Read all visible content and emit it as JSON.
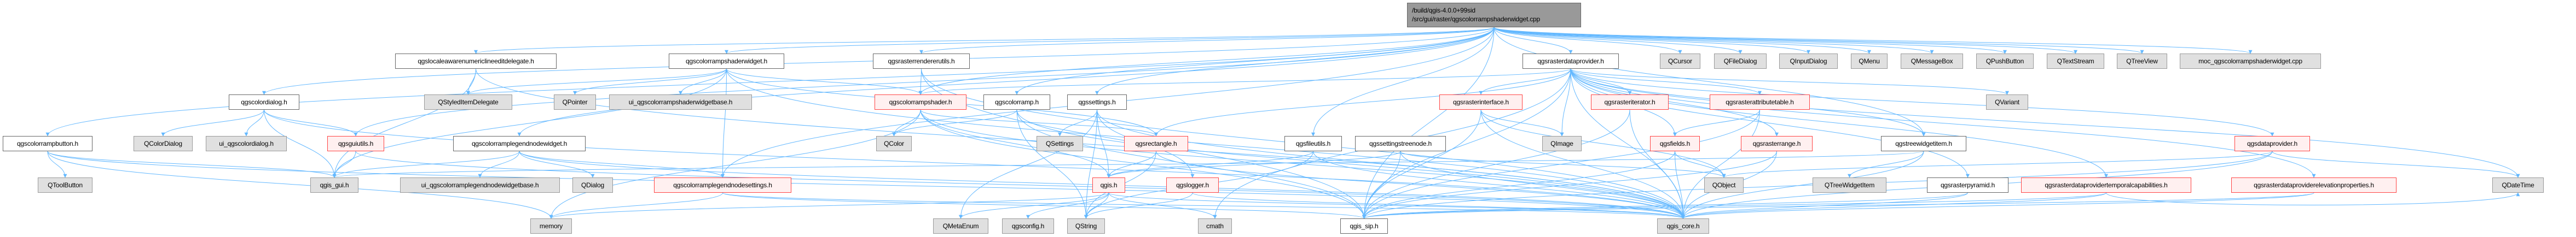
{
  "colors": {
    "edge": "#63b8ff",
    "main_fill": "#999999",
    "external_fill": "#e0e0e0",
    "incomplete_border": "#ff4444",
    "incomplete_fill": "#fff0f0"
  },
  "nodes": {
    "main": {
      "line1": "/build/qgis-4.0.0+99sid",
      "line2": "/src/gui/raster/qgscolorrampshaderwidget.cpp"
    },
    "locale": "qgslocaleawarenumericlineeditdelegate.h",
    "crsw": "qgscolorrampshaderwidget.h",
    "rru": "qgsrasterrendererutils.h",
    "rdp": "qgsrasterdataprovider.h",
    "qcursor": "QCursor",
    "qfiledialog": "QFileDialog",
    "qinputdialog": "QInputDialog",
    "qmenu": "QMenu",
    "qmessagebox": "QMessageBox",
    "qpushbutton": "QPushButton",
    "qtextstream": "QTextStream",
    "qtreeview": "QTreeView",
    "moc": "moc_qgscolorrampshaderwidget.cpp",
    "cdlg": "qgscolordialog.h",
    "qstyleditemdelegate": "QStyledItemDelegate",
    "qpointer": "QPointer",
    "uicrsw": "ui_qgscolorrampshaderwidgetbase.h",
    "crs": "qgscolorrampshader.h",
    "cramp": "qgscolorramp.h",
    "settings": "qgssettings.h",
    "rif": "qgsrasterinterface.h",
    "rit": "qgsrasteriterator.h",
    "rat": "qgsrasterattributetable.h",
    "qvariant": "QVariant",
    "crb": "qgscolorrampbutton.h",
    "qcolordialog": "QColorDialog",
    "uicdlg": "ui_qgscolordialog.h",
    "guiutils": "qgsguiutils.h",
    "clnw": "qgscolorramplegendnodewidget.h",
    "qcolor": "QColor",
    "qsettings": "QSettings",
    "rect": "qgsrectangle.h",
    "fileutils": "qgsfileutils.h",
    "stn": "qgssettingstreenode.h",
    "qimage": "QImage",
    "fields": "qgsfields.h",
    "rrange": "qgsrasterrange.h",
    "twi": "qgstreewidgetitem.h",
    "dp": "qgsdataprovider.h",
    "qtoolbutton": "QToolButton",
    "qgisgui": "qgis_gui.h",
    "uiclnwb": "ui_qgscolorramplegendnodewidgetbase.h",
    "qdialog": "QDialog",
    "clns": "qgscolorramplegendnodesettings.h",
    "qgis": "qgis.h",
    "logger": "qgslogger.h",
    "qobject": "QObject",
    "qtreewidgetitem": "QTreeWidgetItem",
    "rpyr": "qgsrasterpyramid.h",
    "rdptc": "qgsrasterdataprovidertemporalcapabilities.h",
    "rdpep": "qgsrasterdataproviderelevationproperties.h",
    "qdatetime": "QDateTime",
    "memory": "memory",
    "qmetaenum": "QMetaEnum",
    "qgsconfig": "qgsconfig.h",
    "qstring": "QString",
    "cmath": "cmath",
    "qgissip": "qgis_sip.h",
    "qgiscore": "qgis_core.h"
  },
  "edges": [
    [
      "main",
      "crb"
    ],
    [
      "main",
      "cdlg"
    ],
    [
      "main",
      "guiutils"
    ],
    [
      "main",
      "locale"
    ],
    [
      "main",
      "crsw"
    ],
    [
      "main",
      "rru"
    ],
    [
      "main",
      "rdp"
    ],
    [
      "main",
      "qcursor"
    ],
    [
      "main",
      "qfiledialog"
    ],
    [
      "main",
      "qinputdialog"
    ],
    [
      "main",
      "qmenu"
    ],
    [
      "main",
      "qmessagebox"
    ],
    [
      "main",
      "qpushbutton"
    ],
    [
      "main",
      "qtextstream"
    ],
    [
      "main",
      "qtreeview"
    ],
    [
      "main",
      "moc"
    ],
    [
      "main",
      "clnw"
    ],
    [
      "main",
      "settings"
    ],
    [
      "main",
      "fileutils"
    ],
    [
      "main",
      "twi"
    ],
    [
      "main",
      "clns"
    ],
    [
      "main",
      "crs"
    ],
    [
      "main",
      "cramp"
    ],
    [
      "main",
      "qgissip"
    ],
    [
      "crb",
      "qtoolbutton"
    ],
    [
      "crb",
      "qgisgui"
    ],
    [
      "crb",
      "qgiscore"
    ],
    [
      "crb",
      "memory"
    ],
    [
      "cdlg",
      "qcolordialog"
    ],
    [
      "cdlg",
      "uicdlg"
    ],
    [
      "cdlg",
      "guiutils"
    ],
    [
      "cdlg",
      "qgisgui"
    ],
    [
      "cdlg",
      "qgiscore"
    ],
    [
      "guiutils",
      "qgisgui"
    ],
    [
      "guiutils",
      "qgiscore"
    ],
    [
      "locale",
      "qstyleditemdelegate"
    ],
    [
      "locale",
      "qgisgui"
    ],
    [
      "locale",
      "qgiscore"
    ],
    [
      "crsw",
      "qstyleditemdelegate"
    ],
    [
      "crsw",
      "qpointer"
    ],
    [
      "crsw",
      "uicrsw"
    ],
    [
      "crsw",
      "clns"
    ],
    [
      "crsw",
      "crs"
    ],
    [
      "crsw",
      "qgisgui"
    ],
    [
      "crsw",
      "rect"
    ],
    [
      "crsw",
      "qgiscore"
    ],
    [
      "clnw",
      "uiclnwb"
    ],
    [
      "clnw",
      "qdialog"
    ],
    [
      "clnw",
      "clns"
    ],
    [
      "clnw",
      "qgisgui"
    ],
    [
      "clnw",
      "qgiscore"
    ],
    [
      "clns",
      "memory"
    ],
    [
      "clns",
      "qgiscore"
    ],
    [
      "clns",
      "qgissip"
    ],
    [
      "rru",
      "crs"
    ],
    [
      "rru",
      "qgiscore"
    ],
    [
      "rru",
      "qgissip"
    ],
    [
      "crs",
      "qcolor"
    ],
    [
      "crs",
      "rect"
    ],
    [
      "crs",
      "qgis"
    ],
    [
      "crs",
      "qgiscore"
    ],
    [
      "crs",
      "memory"
    ],
    [
      "crs",
      "qgissip"
    ],
    [
      "cramp",
      "qcolor"
    ],
    [
      "cramp",
      "qstring"
    ],
    [
      "cramp",
      "qgiscore"
    ],
    [
      "cramp",
      "qgissip"
    ],
    [
      "settings",
      "qsettings"
    ],
    [
      "settings",
      "qmetaenum"
    ],
    [
      "settings",
      "qgis"
    ],
    [
      "settings",
      "logger"
    ],
    [
      "settings",
      "qstring"
    ],
    [
      "settings",
      "qgiscore"
    ],
    [
      "rect",
      "qgis"
    ],
    [
      "rect",
      "qstring"
    ],
    [
      "rect",
      "qgiscore"
    ],
    [
      "fileutils",
      "qgis"
    ],
    [
      "fileutils",
      "qstring"
    ],
    [
      "fileutils",
      "qgiscore"
    ],
    [
      "stn",
      "qgis"
    ],
    [
      "stn",
      "qgissip"
    ],
    [
      "stn",
      "qgiscore"
    ],
    [
      "stn",
      "qobject"
    ],
    [
      "qgis",
      "qmetaenum"
    ],
    [
      "qgis",
      "qgsconfig"
    ],
    [
      "qgis",
      "qstring"
    ],
    [
      "qgis",
      "cmath"
    ],
    [
      "qgis",
      "memory"
    ],
    [
      "qgis",
      "qgiscore"
    ],
    [
      "logger",
      "qstring"
    ],
    [
      "logger",
      "qgiscore"
    ],
    [
      "rdp",
      "rif"
    ],
    [
      "rdp",
      "qimage"
    ],
    [
      "rdp",
      "rit"
    ],
    [
      "rdp",
      "fields"
    ],
    [
      "rdp",
      "rat"
    ],
    [
      "rdp",
      "rrange"
    ],
    [
      "rdp",
      "qvariant"
    ],
    [
      "rdp",
      "twi"
    ],
    [
      "rdp",
      "rpyr"
    ],
    [
      "rdp",
      "rdptc"
    ],
    [
      "rdp",
      "rdpep"
    ],
    [
      "rdp",
      "dp"
    ],
    [
      "rdp",
      "qdatetime"
    ],
    [
      "rdp",
      "rect"
    ],
    [
      "rdp",
      "cmath"
    ],
    [
      "rdp",
      "qgissip"
    ],
    [
      "rdp",
      "qgiscore"
    ],
    [
      "rdp",
      "crs"
    ],
    [
      "rif",
      "qimage"
    ],
    [
      "rif",
      "qgissip"
    ],
    [
      "rif",
      "qgiscore"
    ],
    [
      "rif",
      "qobject"
    ],
    [
      "rit",
      "qgissip"
    ],
    [
      "rit",
      "qgiscore"
    ],
    [
      "rat",
      "fields"
    ],
    [
      "rat",
      "qgissip"
    ],
    [
      "rat",
      "qgiscore"
    ],
    [
      "fields",
      "qgissip"
    ],
    [
      "fields",
      "qgiscore"
    ],
    [
      "fields",
      "qobject"
    ],
    [
      "rrange",
      "qgissip"
    ],
    [
      "rrange",
      "qgiscore"
    ],
    [
      "twi",
      "qtreewidgetitem"
    ],
    [
      "twi",
      "qgisgui"
    ],
    [
      "twi",
      "qgiscore"
    ],
    [
      "rpyr",
      "qgissip"
    ],
    [
      "rpyr",
      "qgiscore"
    ],
    [
      "rdptc",
      "qgiscore"
    ],
    [
      "rdptc",
      "qgissip"
    ],
    [
      "rdptc",
      "qdatetime"
    ],
    [
      "rdpep",
      "qgiscore"
    ],
    [
      "rdpep",
      "qgissip"
    ],
    [
      "dp",
      "qdatetime"
    ],
    [
      "dp",
      "qobject"
    ],
    [
      "dp",
      "qgiscore"
    ],
    [
      "dp",
      "qgissip"
    ]
  ]
}
